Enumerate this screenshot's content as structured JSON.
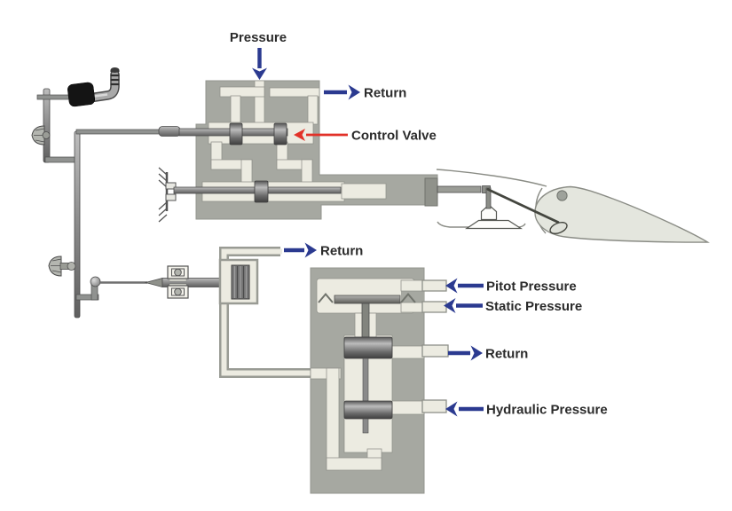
{
  "diagram": {
    "labels": {
      "pressure": "Pressure",
      "return_top": "Return",
      "control_valve": "Control Valve",
      "return_mid": "Return",
      "pitot_pressure": "Pitot Pressure",
      "static_pressure": "Static Pressure",
      "return_lower": "Return",
      "hydraulic_pressure": "Hydraulic Pressure"
    },
    "colors": {
      "flow_arrow_blue": "#2b3a90",
      "callout_arrow_red": "#e23128",
      "valve_body_gray": "#a6a8a1",
      "channel_cream": "#ecebe1",
      "label_text": "#2b2b2b",
      "elevator_surface_fill": "#e4e6de",
      "background": "#ffffff"
    },
    "icons": {
      "flow_arrows": "barbed-arrow",
      "fixed_support": "hatched-anchor"
    }
  }
}
